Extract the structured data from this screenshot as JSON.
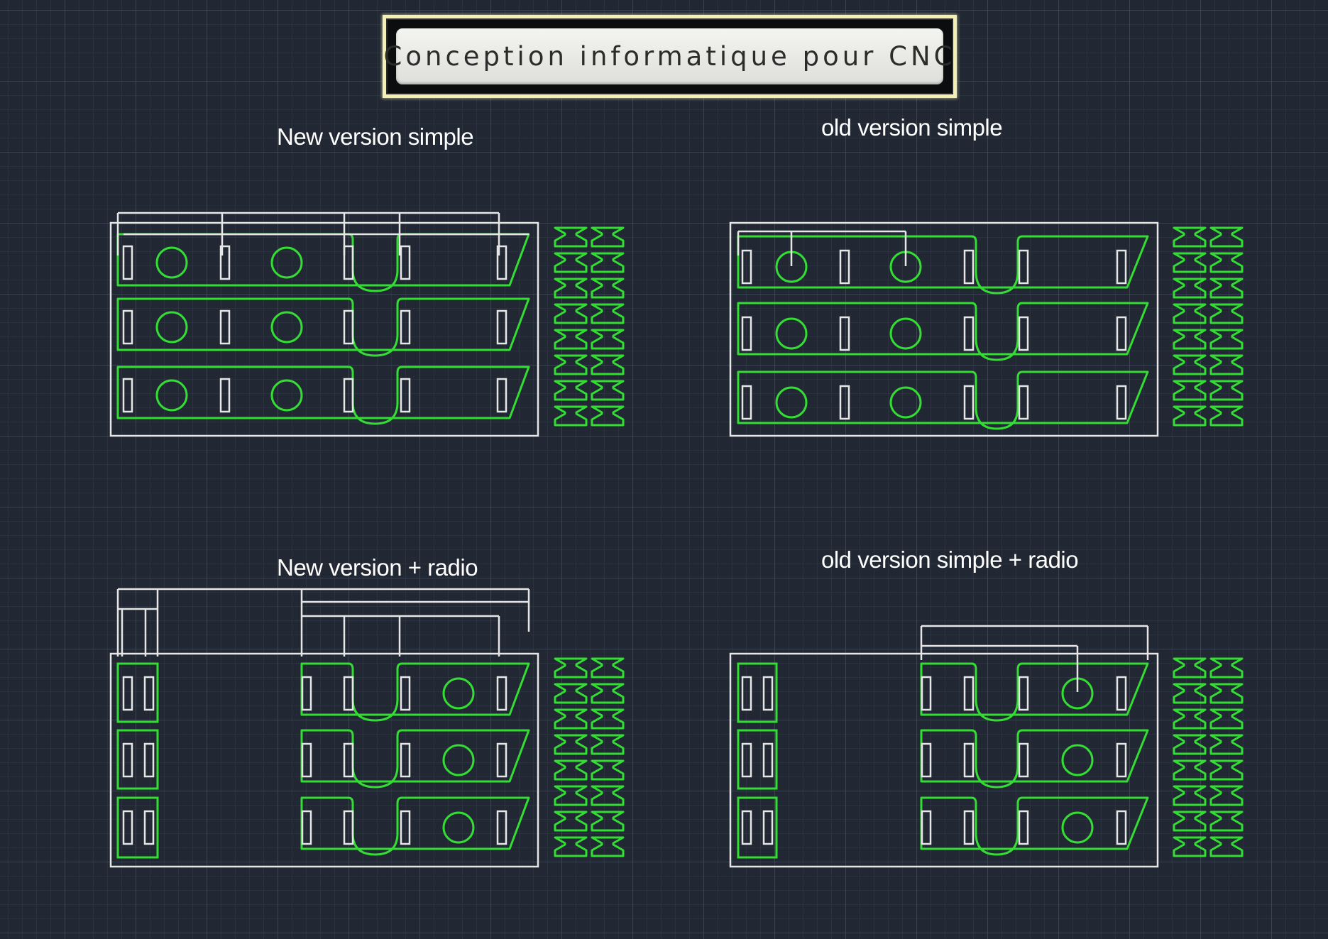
{
  "title": {
    "text": "Conception informatique pour CNC"
  },
  "panels": {
    "top_left": {
      "label": "New version simple"
    },
    "top_right": {
      "label": "old version simple"
    },
    "bottom_left": {
      "label": "New version + radio"
    },
    "bottom_right": {
      "label": "old version simple + radio"
    }
  },
  "colors": {
    "background": "#222833",
    "grid": "#465262",
    "sheet_outline": "#e6e6e6",
    "cut_parts": "#33dd33",
    "title_border": "#f4f0b3"
  }
}
